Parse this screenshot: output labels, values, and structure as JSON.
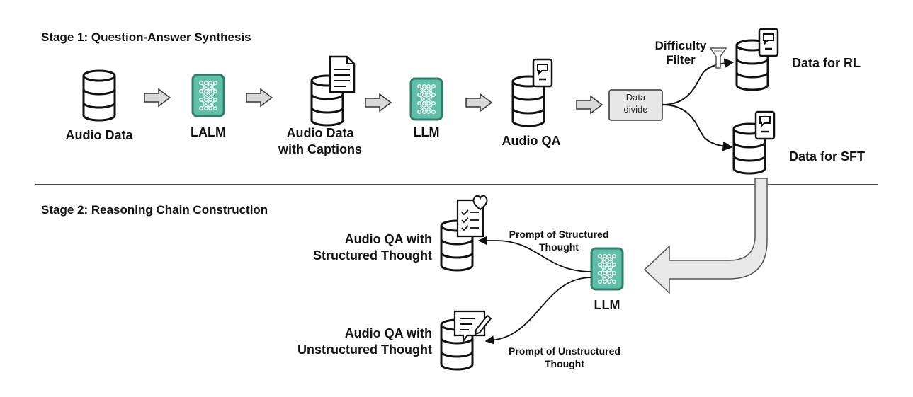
{
  "stages": {
    "stage1_title": "Stage 1: Question-Answer Synthesis",
    "stage2_title": "Stage 2: Reasoning Chain Construction"
  },
  "nodes": {
    "audio_data": "Audio Data",
    "lalm": "LALM",
    "audio_captions_line1": "Audio Data",
    "audio_captions_line2": "with Captions",
    "llm_stage1": "LLM",
    "audio_qa": "Audio QA",
    "data_divide_line1": "Data",
    "data_divide_line2": "divide",
    "difficulty_line1": "Difficulty",
    "difficulty_line2": "Filter",
    "data_rl": "Data for RL",
    "data_sft": "Data for SFT",
    "llm_stage2": "LLM",
    "structured_line1": "Audio QA with",
    "structured_line2": "Structured Thought",
    "unstructured_line1": "Audio QA with",
    "unstructured_line2": "Unstructured Thought",
    "prompt_structured_line1": "Prompt of Structured",
    "prompt_structured_line2": "Thought",
    "prompt_unstructured_line1": "Prompt of Unstructured",
    "prompt_unstructured_line2": "Thought"
  },
  "colors": {
    "model_fill": "#5fbfa8",
    "model_border": "#2f7f6c",
    "arrow_fill": "#d9d9d9",
    "box_fill": "#e6e6e6",
    "stroke": "#111111"
  },
  "icons": {
    "database": "database-icon",
    "neural_network": "neural-network-icon",
    "document": "document-icon",
    "chat_card": "chat-card-icon",
    "funnel": "funnel-icon",
    "checklist_heart": "checklist-heart-icon",
    "note_pencil": "note-pencil-icon"
  }
}
